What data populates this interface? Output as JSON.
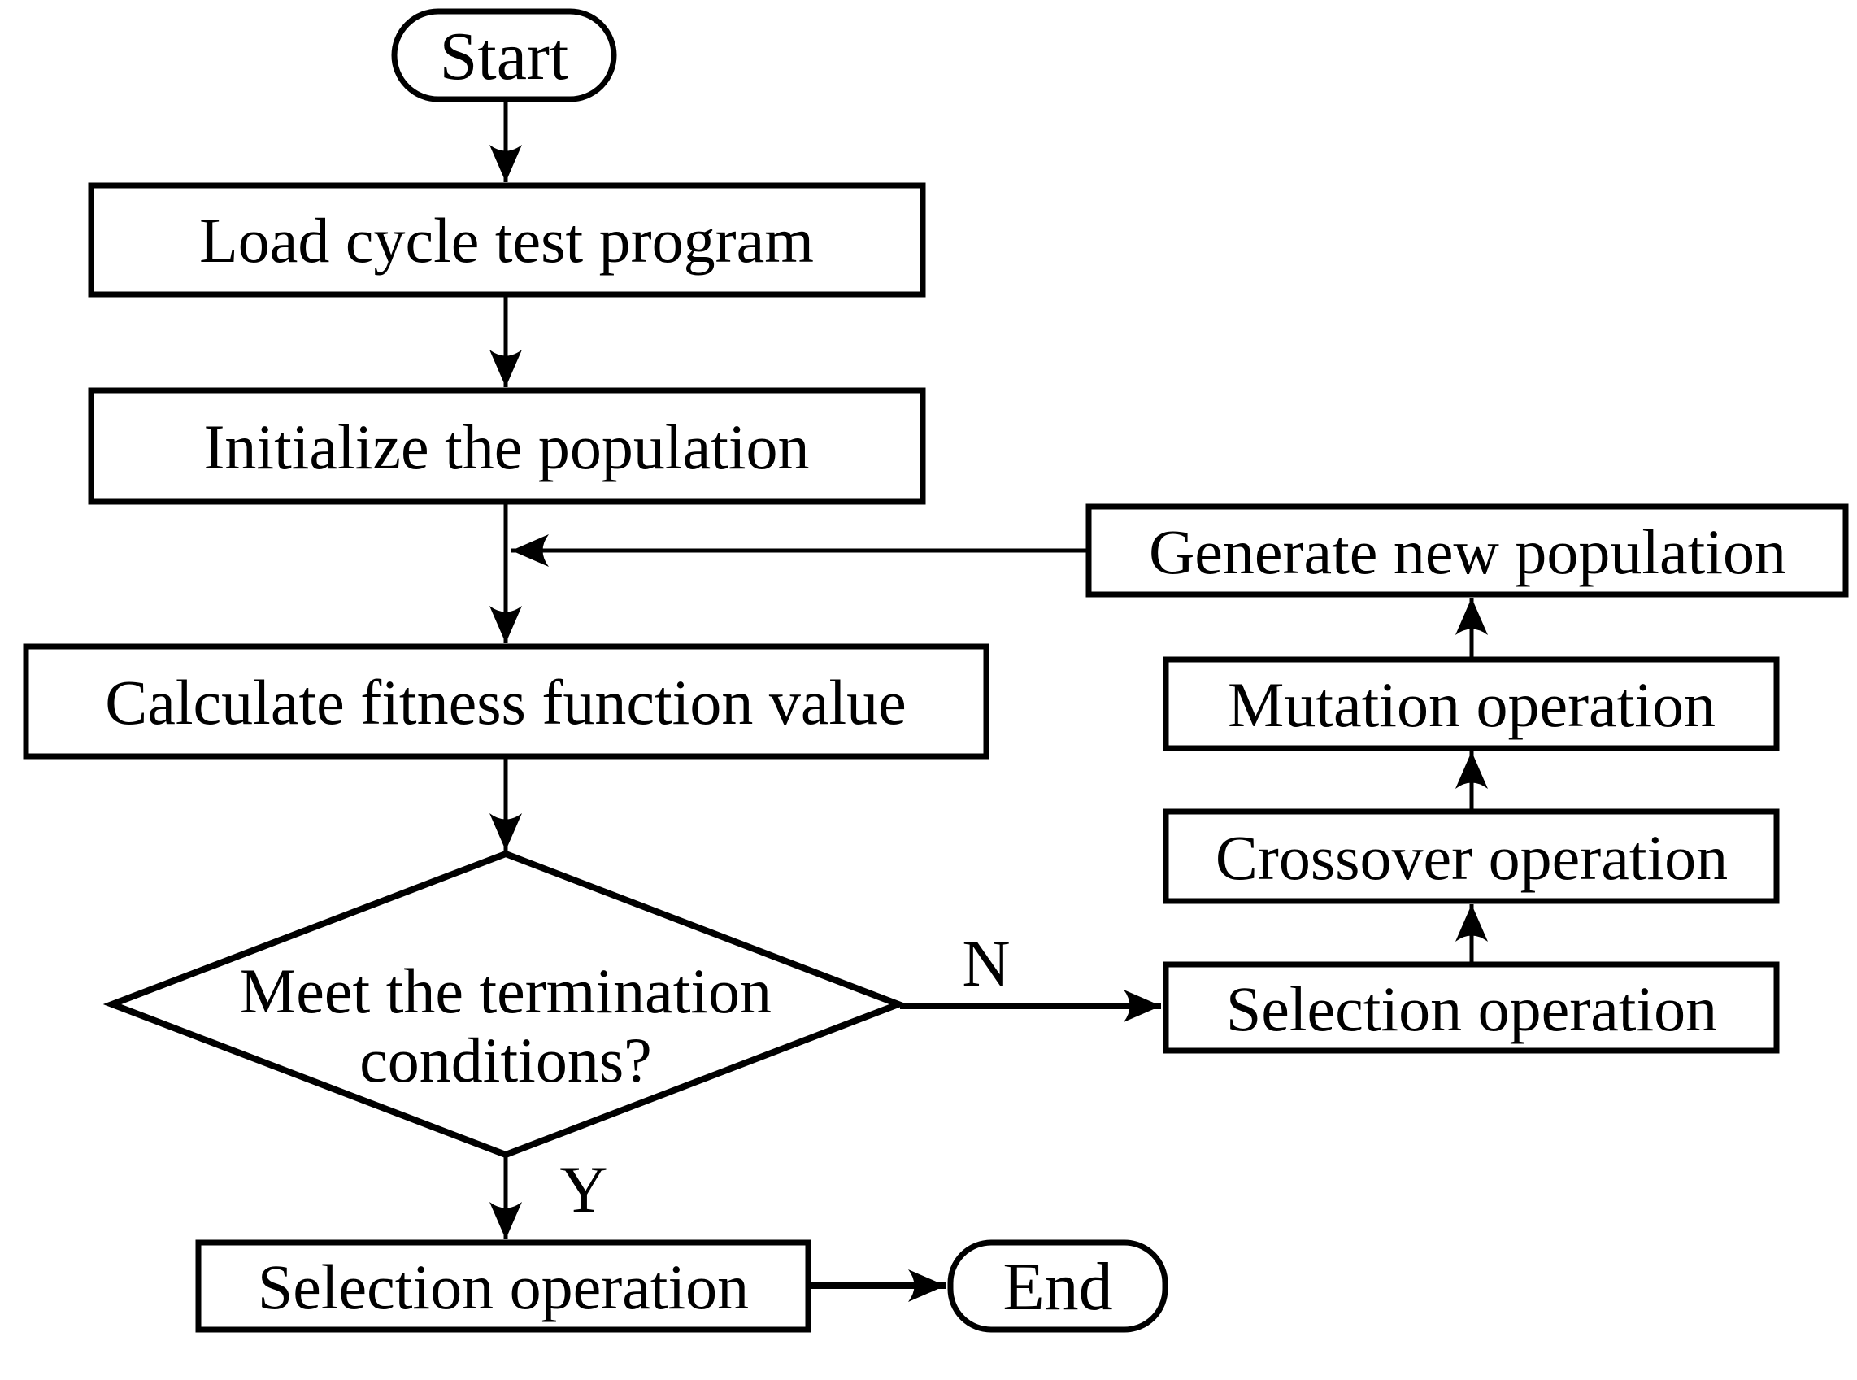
{
  "diagram": {
    "type": "flowchart",
    "background_color": "#ffffff",
    "shape_fill_color": "#ffffff",
    "line_color": "#000000",
    "nodes": {
      "start": {
        "label": "Start",
        "shape": "terminator"
      },
      "load_program": {
        "label": "Load cycle test program",
        "shape": "process"
      },
      "initialize": {
        "label": "Initialize the population",
        "shape": "process"
      },
      "calculate_fitness": {
        "label": "Calculate fitness function value",
        "shape": "process"
      },
      "termination_decision": {
        "label_line1": "Meet the termination",
        "label_line2": "conditions?",
        "shape": "decision"
      },
      "selection_branch": {
        "label": "Selection operation",
        "shape": "process"
      },
      "crossover": {
        "label": "Crossover operation",
        "shape": "process"
      },
      "mutation": {
        "label": "Mutation operation",
        "shape": "process"
      },
      "generate_population": {
        "label": "Generate new population",
        "shape": "process"
      },
      "selection_final": {
        "label": "Selection operation",
        "shape": "process"
      },
      "end": {
        "label": "End",
        "shape": "terminator"
      }
    },
    "edge_labels": {
      "no": "N",
      "yes": "Y"
    }
  }
}
